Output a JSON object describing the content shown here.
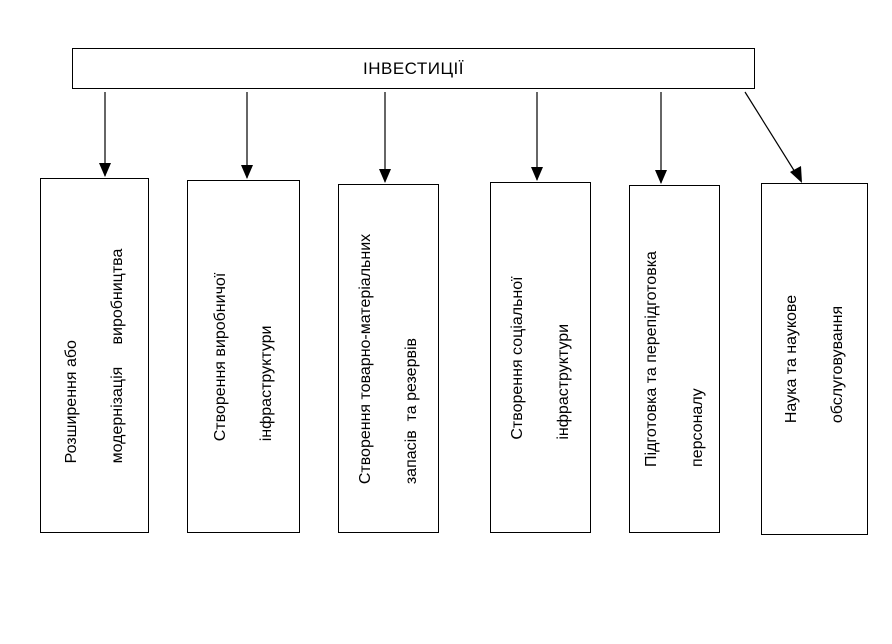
{
  "diagram": {
    "root": "ІНВЕСТИЦІЇ",
    "children": [
      {
        "id": "modernization",
        "lines": [
          "Розширення або",
          "модернізація     виробництва"
        ]
      },
      {
        "id": "prod-infra",
        "lines": [
          "Створення виробничої",
          "інфраструктури"
        ]
      },
      {
        "id": "inventory",
        "lines": [
          "Створення товарно-матеріальних",
          "запасів  та резервів"
        ]
      },
      {
        "id": "social-infra",
        "lines": [
          "Створення соціальної",
          "інфраструктури"
        ]
      },
      {
        "id": "training",
        "lines": [
          "Підготовка та перепідготовка",
          "персоналу"
        ]
      },
      {
        "id": "science",
        "lines": [
          "Наука та наукове",
          "обслуговування"
        ]
      }
    ]
  }
}
